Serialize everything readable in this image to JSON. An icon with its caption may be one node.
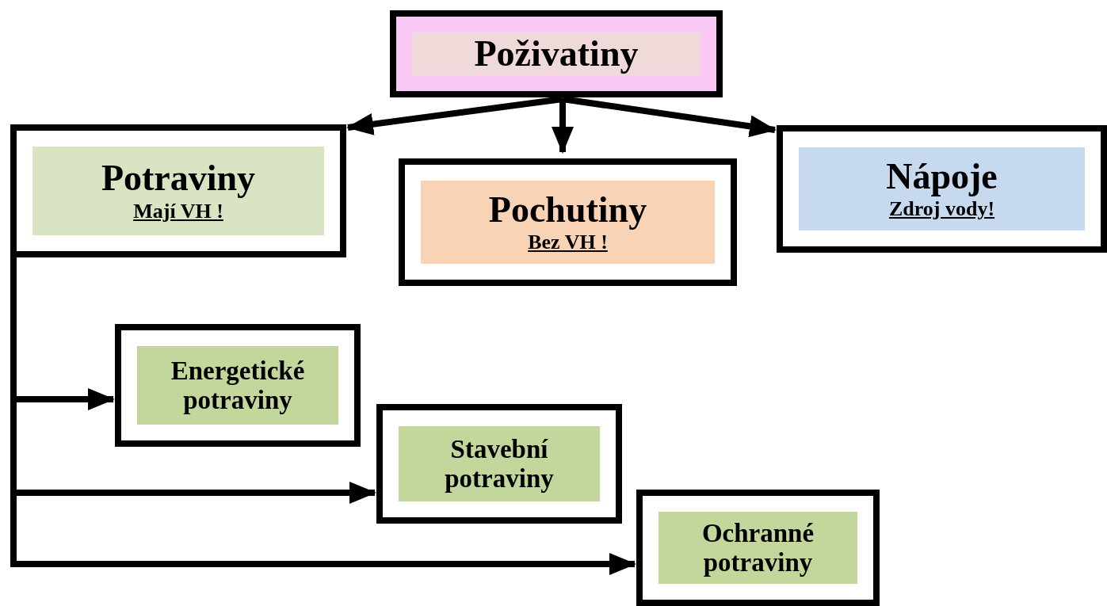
{
  "diagram": {
    "nodes": [
      {
        "text": [
          "Poživatiny"
        ]
      },
      {
        "text": [
          "Potraviny",
          "Mají VH !"
        ]
      },
      {
        "text": [
          "Pochutiny",
          "Bez VH !"
        ]
      },
      {
        "text": [
          "Nápoje",
          "Zdroj vody!"
        ]
      },
      {
        "text": [
          "Energetické potraviny"
        ]
      },
      {
        "text": [
          "Stavební potraviny"
        ]
      },
      {
        "text": [
          "Ochranné potraviny"
        ]
      }
    ],
    "edges": [
      {
        "from": 0,
        "to": 1,
        "arrow": "to"
      },
      {
        "from": 0,
        "to": 2,
        "arrow": "to"
      },
      {
        "from": 0,
        "to": 3,
        "arrow": "to"
      },
      {
        "from": 1,
        "to": 4,
        "arrow": "to"
      },
      {
        "from": 1,
        "to": 5,
        "arrow": "to"
      },
      {
        "from": 1,
        "to": 6,
        "arrow": "to"
      }
    ]
  }
}
